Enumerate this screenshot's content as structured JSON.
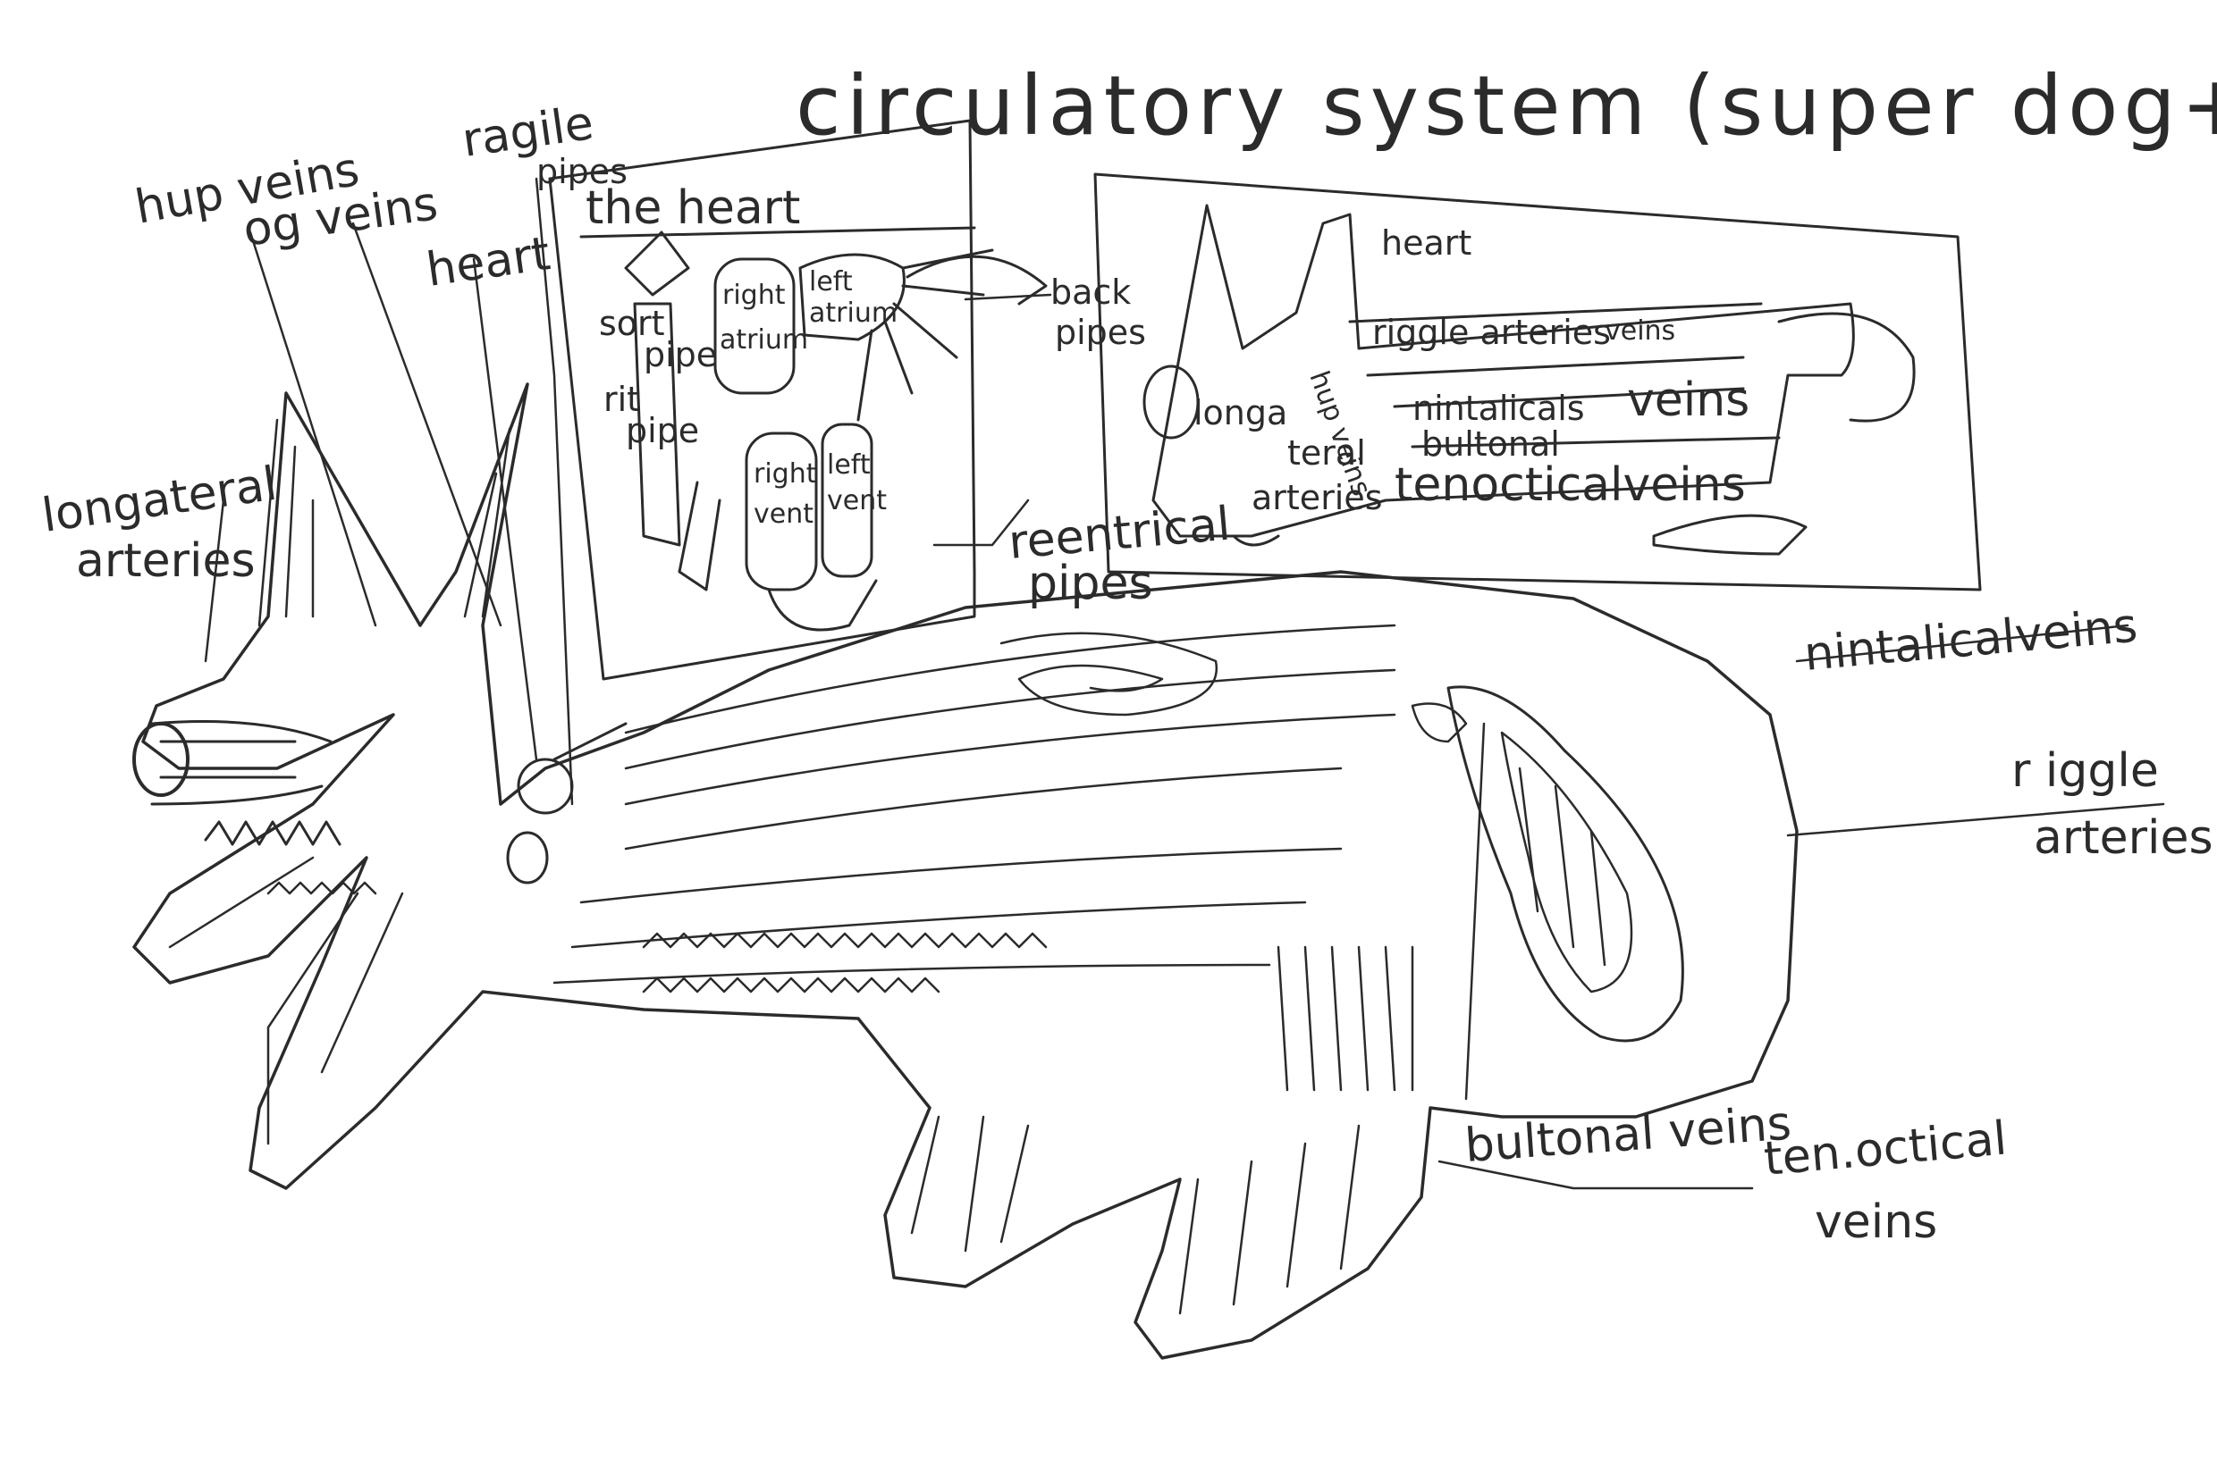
{
  "title": "circulatory system (super dog+)",
  "labels": {
    "hup_veins": "hup veins",
    "og_veins": "og veins",
    "ragile_pipes_top": "ragile",
    "ragile_pipes_bottom": "pipes",
    "heart_main": "heart",
    "longateral_top": "longateral",
    "longateral_bottom": "arteries",
    "rentrical_top": "reentrical",
    "rentrical_bottom": "pipes",
    "nintalical_veins": "nintalicalveins",
    "riggle_top": "r iggle",
    "riggle_bottom": "arteries",
    "bultonal_veins": "bultonal veins",
    "tenoctical_top": "ten.octical",
    "tenoctical_bottom": "veins"
  },
  "heart_box": {
    "title": "the heart",
    "right_atrium_1": "right",
    "right_atrium_2": "atrium",
    "left_atrium_1": "left",
    "left_atrium_2": "atrium",
    "right_ventricle_1": "right",
    "right_ventricle_2": "vent",
    "left_ventricle_1": "left",
    "left_ventricle_2": "vent",
    "sort_pipe_1": "sort",
    "sort_pipe_2": "pipe",
    "rit_pipe_1": "rit",
    "rit_pipe_2": "pipe",
    "back_pipes_1": "back",
    "back_pipes_2": "pipes"
  },
  "inset_box": {
    "heart": "heart",
    "riggle_arteries": "riggle arteries",
    "veins_small": "veins",
    "longa": "longa",
    "teral": "teral",
    "arteries": "arteries",
    "hup_veins": "hup veins",
    "nintalicals": "nintalicals",
    "bultonal": "bultonal",
    "veins_big": "veins",
    "tenoctical": "tenocticalveins"
  }
}
